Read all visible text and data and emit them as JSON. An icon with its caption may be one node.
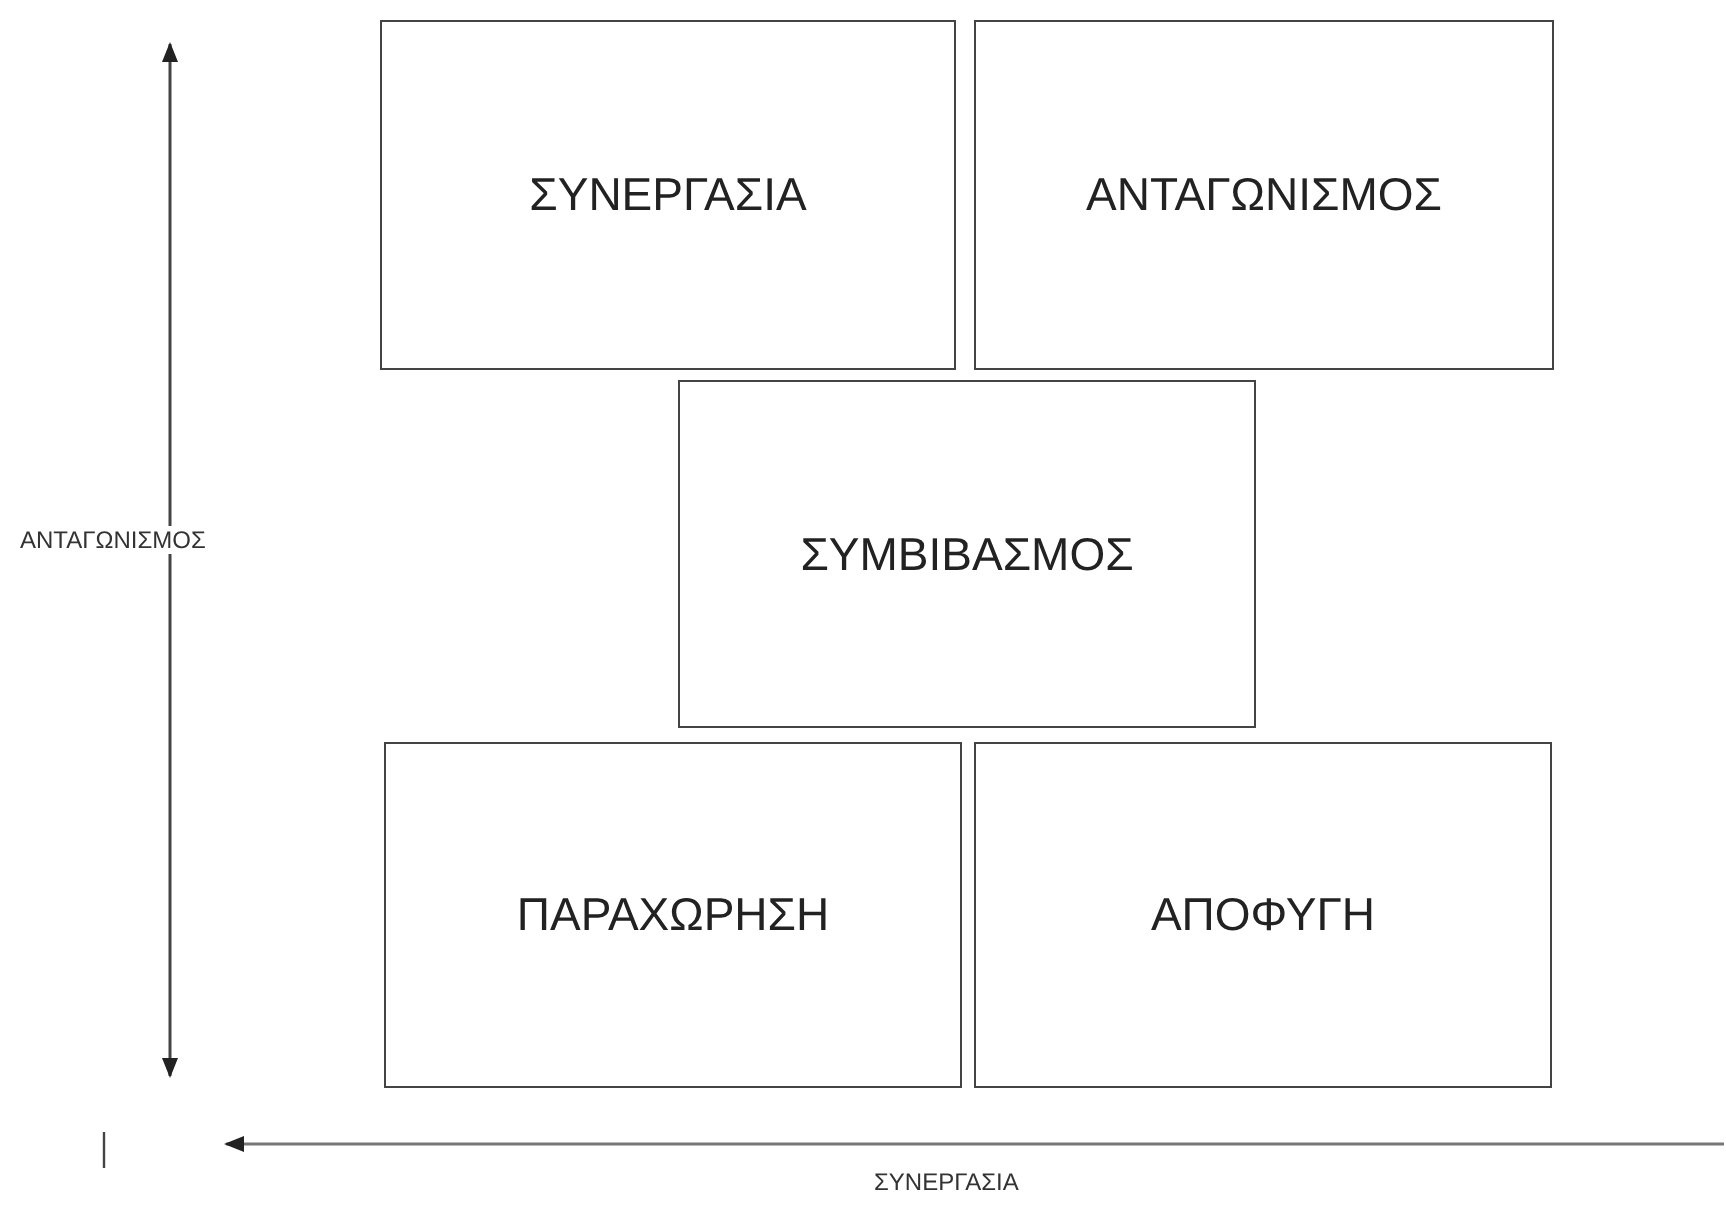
{
  "diagram": {
    "nodes": [
      {
        "text": [
          "ΣΥΝΕΡΓΑΣΙΑ"
        ]
      },
      {
        "text": [
          "ΑΝΤΑΓΩΝΙΣΜΟΣ"
        ]
      },
      {
        "text": [
          "ΣΥΜΒΙΒΑΣΜΟΣ"
        ]
      },
      {
        "text": [
          "ΠΑΡΑΧΩΡΗΣΗ"
        ]
      },
      {
        "text": [
          "ΑΠΟΦΥΓΗ"
        ]
      }
    ],
    "labels": [
      "ΑΝΤΑΓΩΝΙΣΜΟΣ",
      "ΣΥΝΕΡΓΑΣΙΑ"
    ]
  }
}
